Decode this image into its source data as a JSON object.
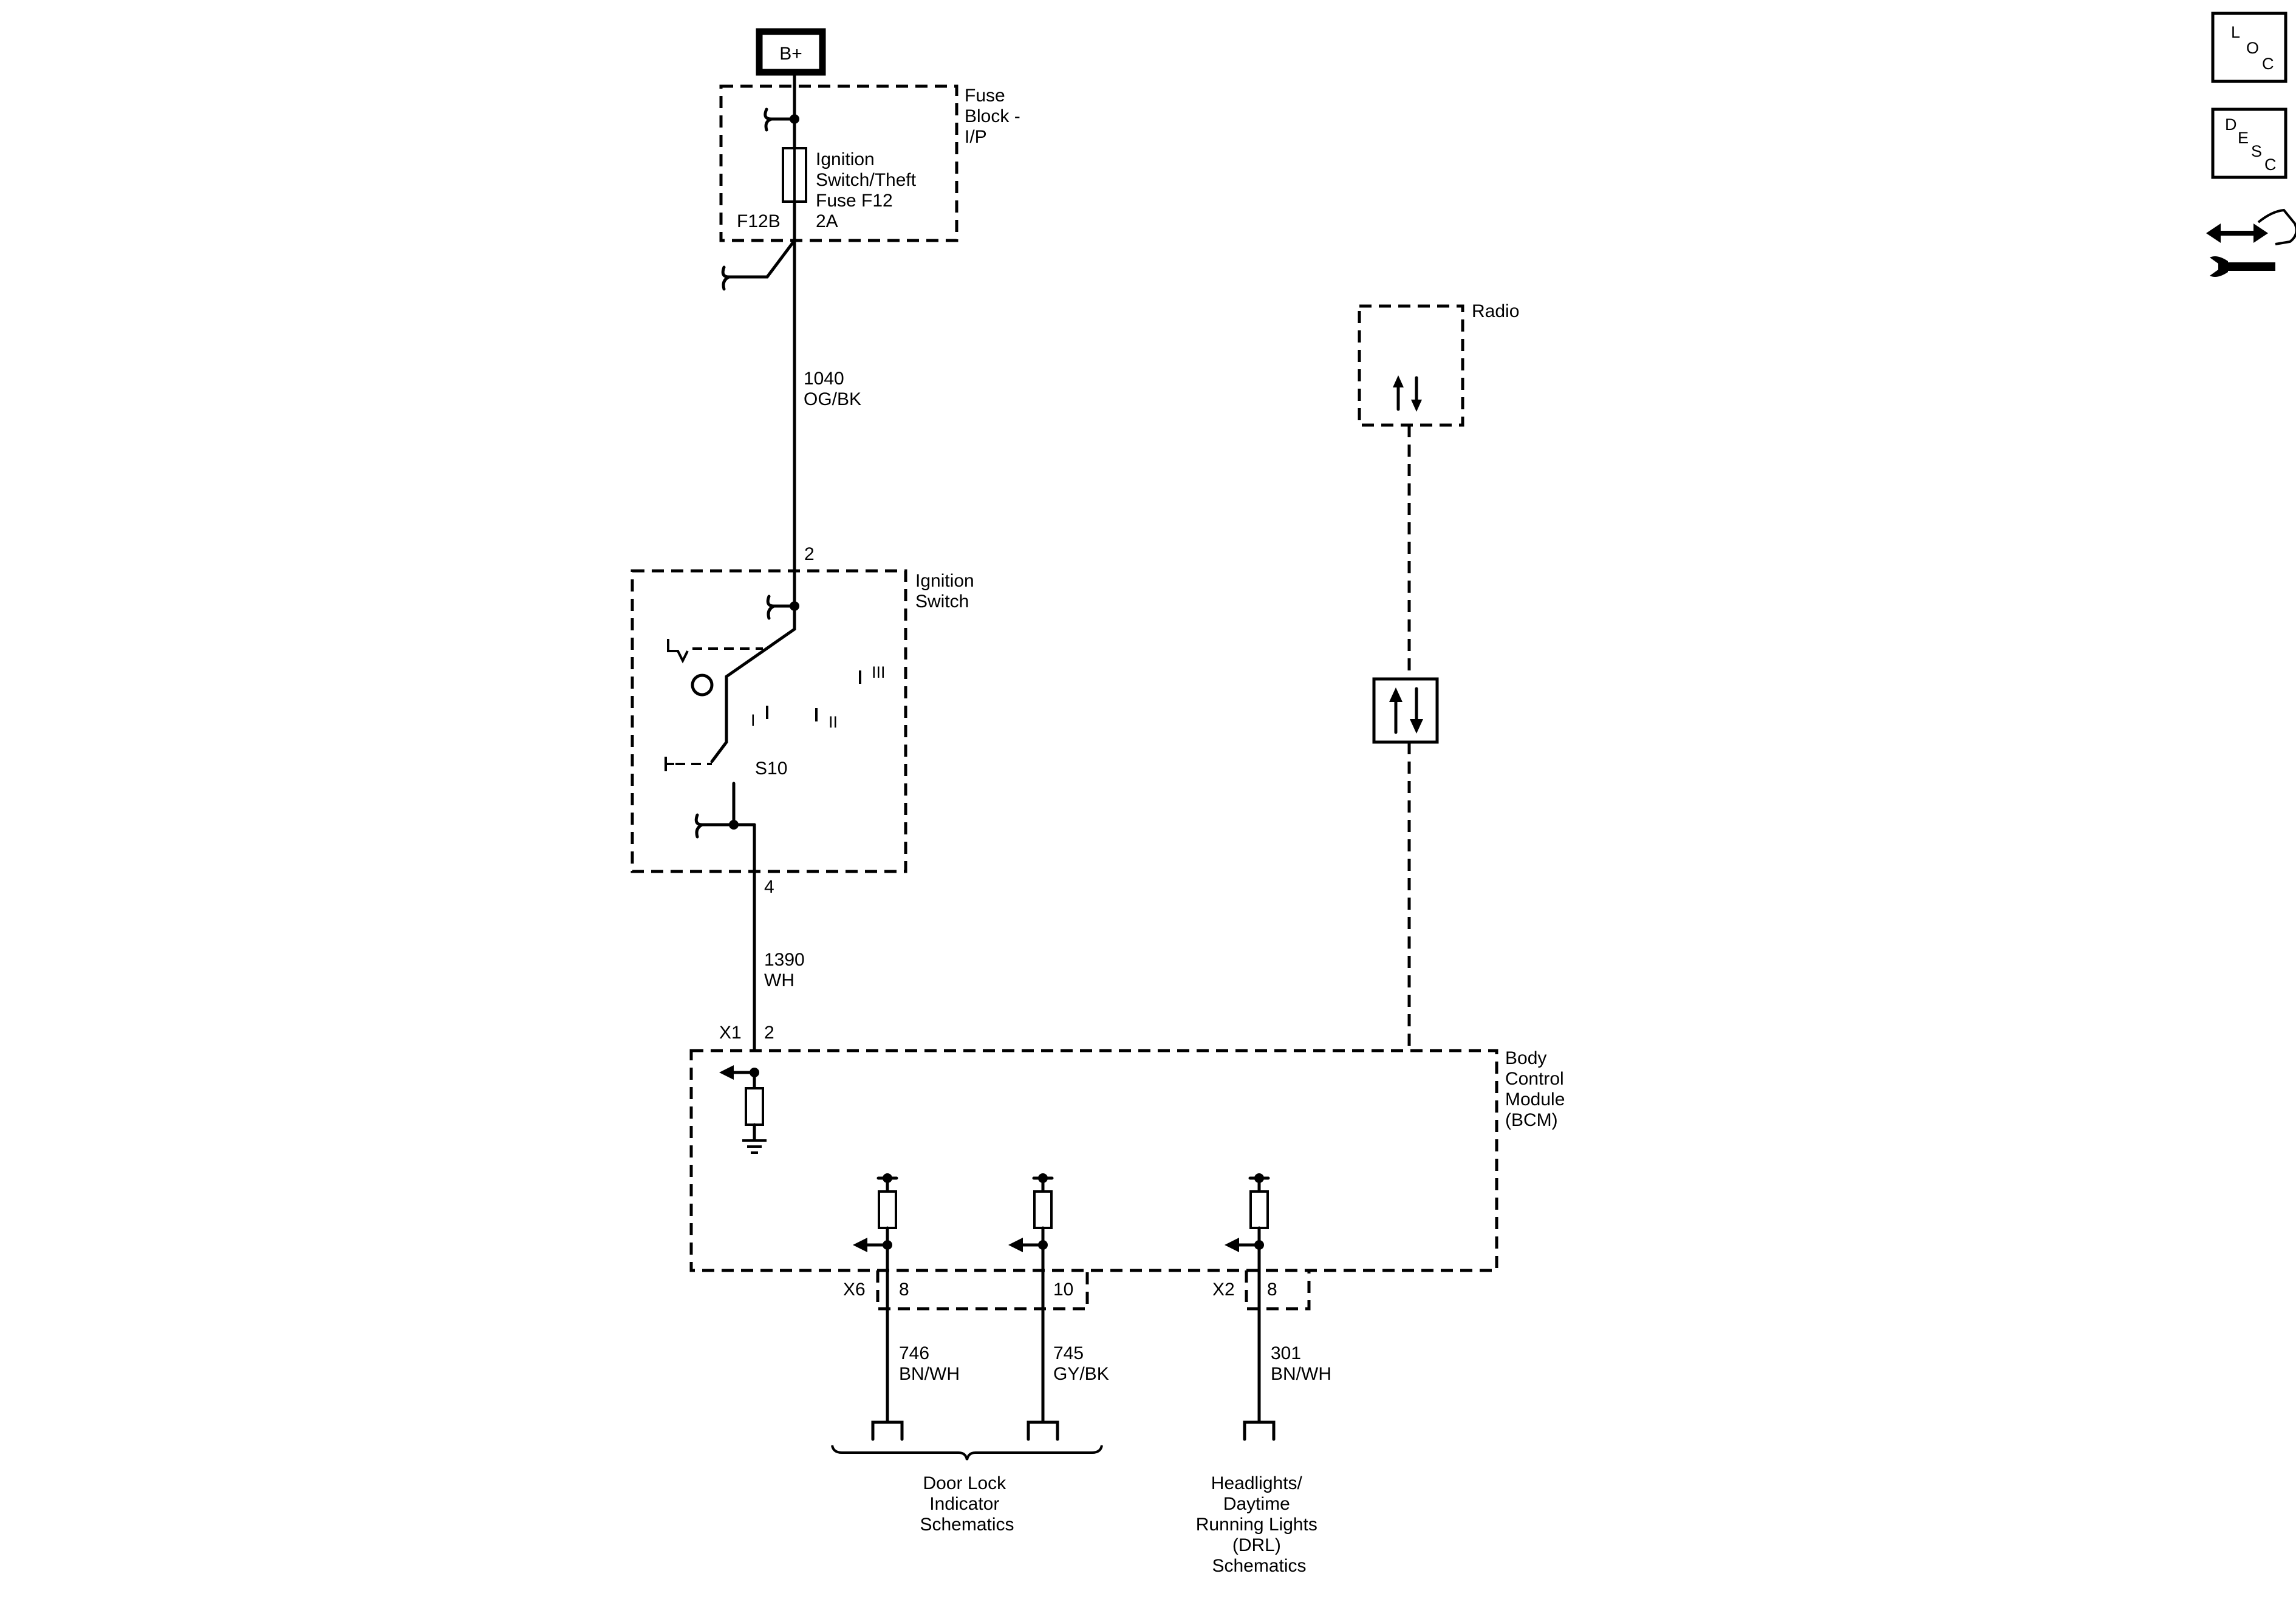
{
  "power": {
    "label": "B+"
  },
  "fuse_block": {
    "name_lines": [
      "Fuse",
      "Block -",
      "I/P"
    ],
    "fuse_lines": [
      "Ignition",
      "Switch/Theft",
      "Fuse F12",
      "2A"
    ],
    "terminal": "F12B"
  },
  "wire_top": {
    "circuit": "1040",
    "color": "OG/BK"
  },
  "ignition_switch": {
    "name_lines": [
      "Ignition",
      "Switch"
    ],
    "pin_in": "2",
    "pin_out": "4",
    "part": "S10",
    "positions": [
      "I",
      "II",
      "III"
    ]
  },
  "wire_mid": {
    "circuit": "1390",
    "color": "WH"
  },
  "radio": {
    "name": "Radio"
  },
  "bcm": {
    "name_lines": [
      "Body",
      "Control",
      "Module",
      "(BCM)"
    ],
    "input": {
      "connector": "X1",
      "pin": "2"
    },
    "outputs": [
      {
        "connector": "X6",
        "pin": "8",
        "circuit": "746",
        "color": "BN/WH"
      },
      {
        "connector": "",
        "pin": "10",
        "circuit": "745",
        "color": "GY/BK"
      },
      {
        "connector": "X2",
        "pin": "8",
        "circuit": "301",
        "color": "BN/WH"
      }
    ]
  },
  "references": {
    "door_lock_lines": [
      "Door Lock",
      "Indicator",
      "Schematics"
    ],
    "drl_lines": [
      "Headlights/",
      "Daytime",
      "Running Lights",
      "(DRL)",
      "Schematics"
    ]
  },
  "nav": {
    "loc": [
      "L",
      "O",
      "C"
    ],
    "desc": [
      "D",
      "E",
      "S",
      "C"
    ]
  }
}
